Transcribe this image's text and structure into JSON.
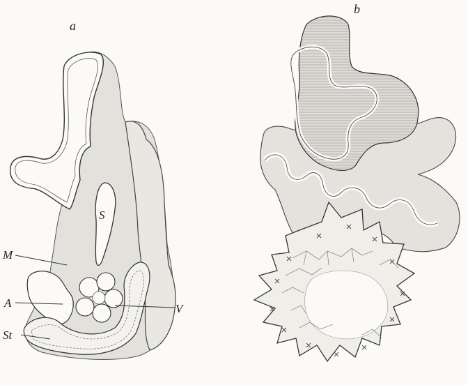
{
  "figure": {
    "panel_a_label": "a",
    "panel_b_label": "b",
    "labels": {
      "S": "S",
      "M": "M",
      "A": "A",
      "V": "V",
      "St": "St"
    }
  },
  "colors": {
    "background": "#fbfaf6",
    "tissue_fill": "#e4e3de",
    "hatched_fill": "#d2d1cc",
    "line": "#3a3a3a"
  }
}
